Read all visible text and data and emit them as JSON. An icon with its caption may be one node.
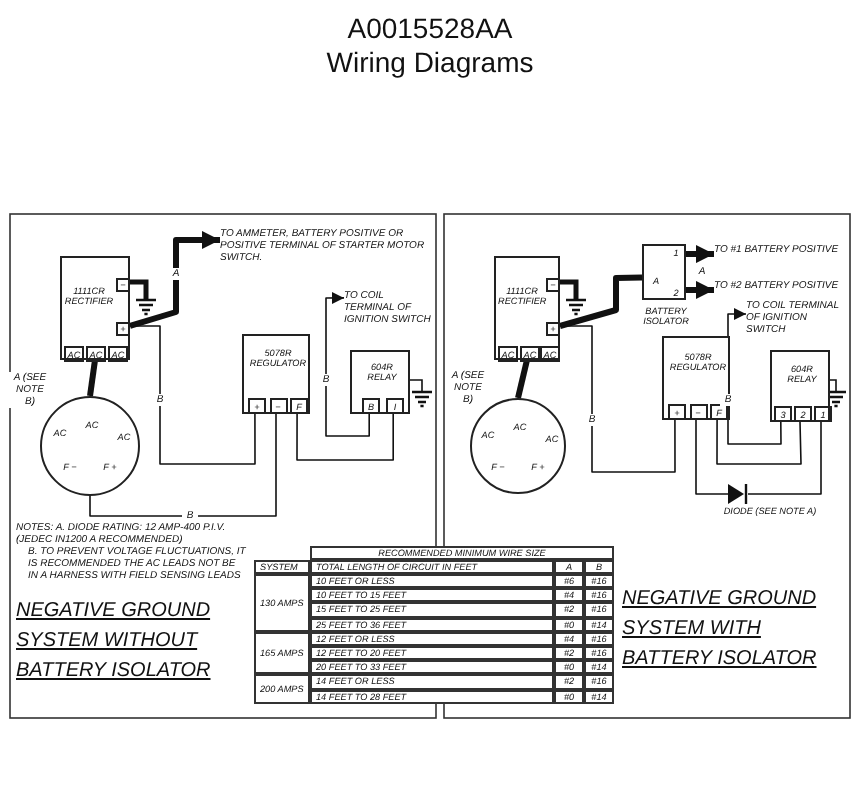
{
  "diagram": {
    "title": "A0015528AA Wiring Diagrams",
    "nodes": [
      {
        "text": [
          "1111CR RECTIFIER",
          "−",
          "+",
          "AC",
          "AC",
          "AC"
        ]
      },
      {
        "text": [
          "TO AMMETER, BATTERY POSITIVE OR POSITIVE TERMINAL OF STARTER MOTOR SWITCH."
        ]
      },
      {
        "text": [
          "5078R REGULATOR",
          "+",
          "−",
          "F"
        ]
      },
      {
        "text": [
          "604R RELAY",
          "B",
          "I"
        ]
      },
      {
        "text": [
          "TO COIL TERMINAL OF IGNITION SWITCH"
        ]
      },
      {
        "text": [
          "AC",
          "AC",
          "AC",
          "F −",
          "F +"
        ]
      },
      {
        "text": [
          "1111CR RECTIFIER",
          "−",
          "+",
          "AC",
          "AC",
          "AC"
        ]
      },
      {
        "text": [
          "1",
          "A",
          "2"
        ],
        "beside": [
          "BATTERY ISOLATOR"
        ]
      },
      {
        "text": [
          "TO #1 BATTERY POSITIVE"
        ]
      },
      {
        "text": [
          "TO #2 BATTERY POSITIVE"
        ]
      },
      {
        "text": [
          "TO COIL TERMINAL OF IGNITION SWITCH"
        ]
      },
      {
        "text": [
          "5078R REGULATOR",
          "+",
          "−",
          "F"
        ]
      },
      {
        "text": [
          "604R RELAY",
          "3",
          "2",
          "1"
        ]
      },
      {
        "text": [
          "AC",
          "AC",
          "AC",
          "F −",
          "F +"
        ]
      },
      {
        "text": [],
        "shape": "triangle",
        "beside": [
          "DIODE (SEE NOTE A)"
        ]
      }
    ],
    "edges": [
      {
        "from": 0,
        "to": 1,
        "arrow": "to",
        "label": "A",
        "style": "thick"
      },
      {
        "from": 0,
        "to": 2,
        "arrow": "none",
        "label": "B"
      },
      {
        "from": 5,
        "to": 2,
        "arrow": "none",
        "label": "B"
      },
      {
        "from": 2,
        "to": 3,
        "arrow": "none"
      },
      {
        "from": 3,
        "to": 4,
        "arrow": "to",
        "label": "B"
      },
      {
        "from": 5,
        "to": 0,
        "arrow": "none",
        "label": "A (SEE NOTE B)",
        "style": "thick"
      },
      {
        "from": 6,
        "to": 7,
        "arrow": "none",
        "style": "thick"
      },
      {
        "from": 7,
        "to": 8,
        "arrow": "to",
        "label": "A",
        "style": "thick"
      },
      {
        "from": 7,
        "to": 9,
        "arrow": "to",
        "style": "thick"
      },
      {
        "from": 12,
        "to": 10,
        "arrow": "to",
        "label": "B"
      },
      {
        "from": 6,
        "to": 11,
        "arrow": "none",
        "label": "B"
      },
      {
        "from": 13,
        "to": 6,
        "arrow": "none",
        "label": "A (SEE NOTE B)",
        "style": "thick"
      },
      {
        "from": 11,
        "to": 12,
        "arrow": "none"
      },
      {
        "from": 11,
        "to": 14,
        "arrow": "none"
      },
      {
        "from": 14,
        "to": 12,
        "arrow": "none"
      }
    ],
    "labels": [
      "NOTES: A. DIODE RATING: 12 AMP-400 P.I.V. (JEDEC IN1200 A RECOMMENDED)",
      "B. TO PREVENT VOLTAGE FLUCTUATIONS, IT IS RECOMMENDED THE AC LEADS NOT BE IN A HARNESS WITH FIELD SENSING LEADS",
      "NEGATIVE GROUND SYSTEM WITHOUT BATTERY ISOLATOR",
      "NEGATIVE GROUND SYSTEM WITH BATTERY ISOLATOR",
      "RECOMMENDED MINIMUM WIRE SIZE",
      "SYSTEM",
      "TOTAL LENGTH OF CIRCUIT IN FEET",
      "A",
      "B",
      "130 AMPS",
      "10 FEET OR LESS",
      "#6",
      "#16",
      "10 FEET TO 15 FEET",
      "#4",
      "#16",
      "15 FEET TO 25 FEET",
      "#2",
      "#16",
      "25 FEET TO 36 FEET",
      "#0",
      "#14",
      "165 AMPS",
      "12 FEET OR LESS",
      "#4",
      "#16",
      "12 FEET TO 20 FEET",
      "#2",
      "#16",
      "20 FEET TO 33 FEET",
      "#0",
      "#14",
      "200 AMPS",
      "14 FEET OR LESS",
      "#2",
      "#16",
      "14 FEET TO 28 FEET",
      "#0",
      "#14"
    ]
  }
}
